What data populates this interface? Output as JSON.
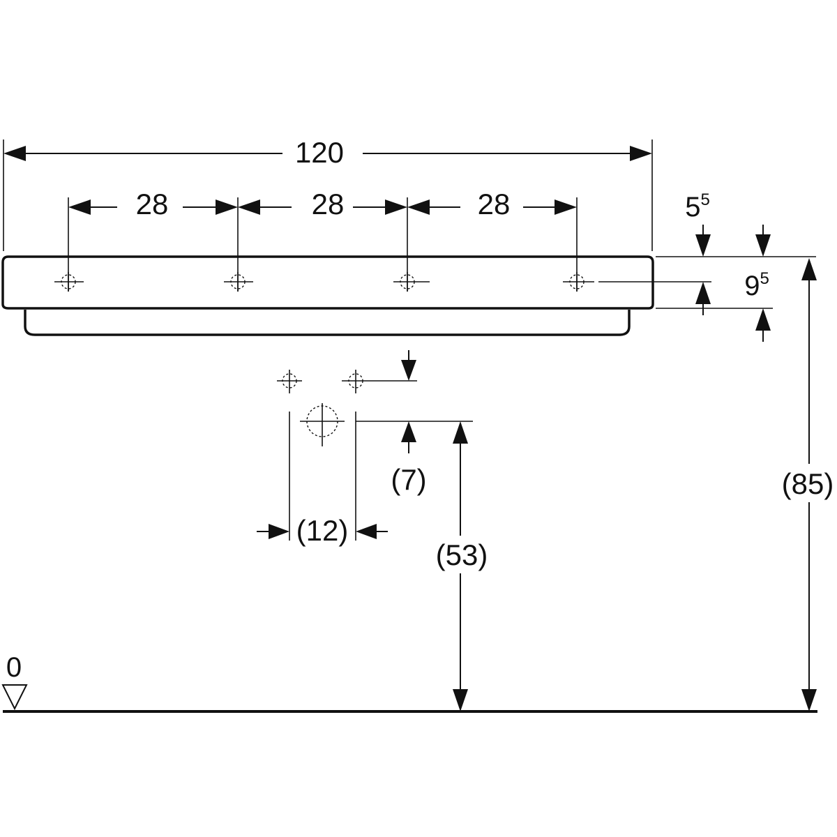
{
  "dimensions": {
    "overall_width": "120",
    "tap_spacing_1": "28",
    "tap_spacing_2": "28",
    "tap_spacing_3": "28",
    "tap_hole_offset_base": "5",
    "tap_hole_offset_sup": "5",
    "rim_height_base": "9",
    "rim_height_sup": "5",
    "trap_spacing": "(12)",
    "trap_offset": "(7)",
    "waste_height": "(53)",
    "rim_top_height": "(85)",
    "floor_level": "0"
  },
  "colors": {
    "line": "#111111",
    "background": "#ffffff"
  }
}
